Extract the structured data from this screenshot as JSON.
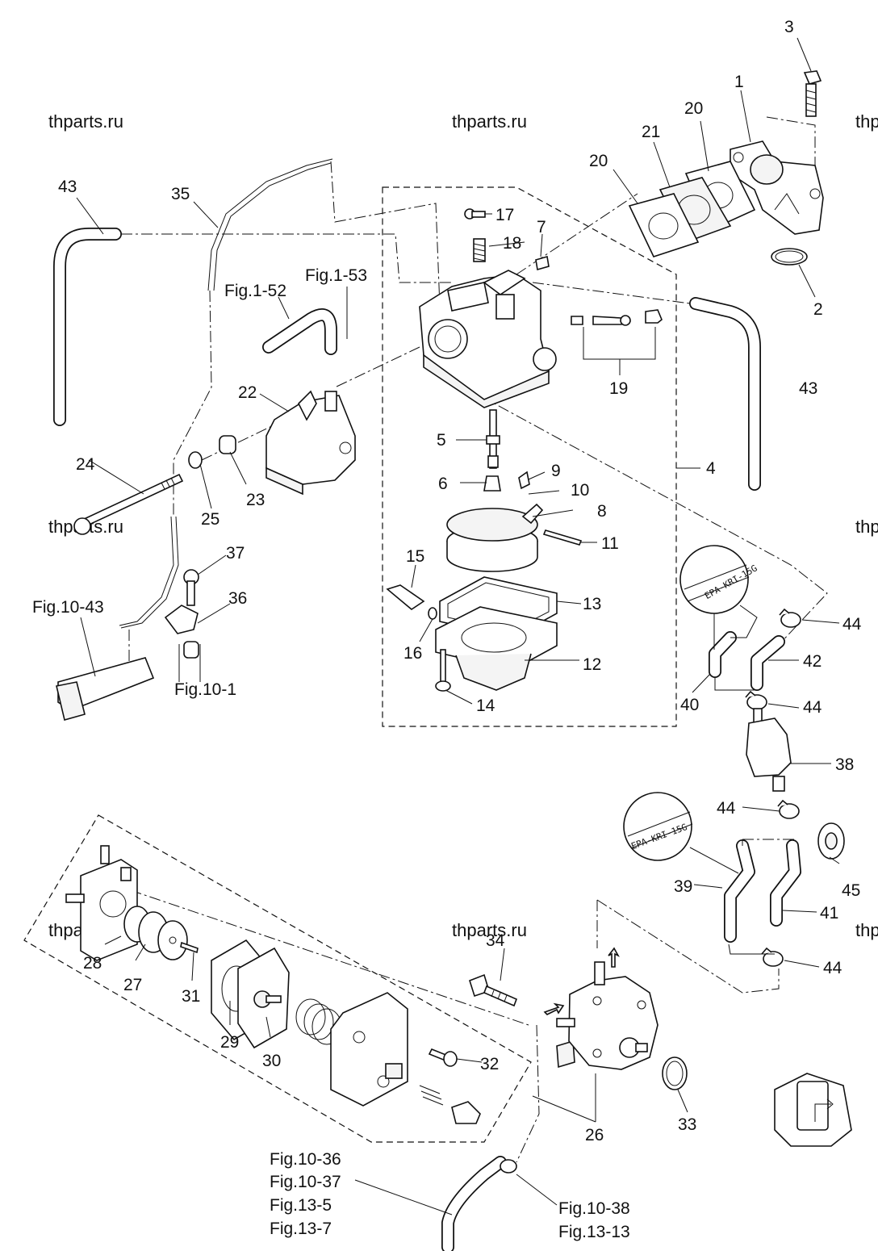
{
  "watermark": "thparts.ru",
  "stamps": [
    "EPA-KRI-15G",
    "EPA-KRI-15G"
  ],
  "callouts": {
    "n1": "1",
    "n2": "2",
    "n3": "3",
    "n4": "4",
    "n5": "5",
    "n6": "6",
    "n7": "7",
    "n8": "8",
    "n9": "9",
    "n10": "10",
    "n11": "11",
    "n12": "12",
    "n13": "13",
    "n14": "14",
    "n15": "15",
    "n16": "16",
    "n17": "17",
    "n18": "18",
    "n19": "19",
    "n20a": "20",
    "n20b": "20",
    "n21": "21",
    "n22": "22",
    "n23": "23",
    "n24": "24",
    "n25": "25",
    "n26": "26",
    "n27": "27",
    "n28": "28",
    "n29": "29",
    "n30": "30",
    "n31": "31",
    "n32": "32",
    "n33": "33",
    "n34": "34",
    "n35": "35",
    "n36": "36",
    "n37": "37",
    "n38": "38",
    "n39": "39",
    "n40": "40",
    "n41": "41",
    "n42": "42",
    "n43a": "43",
    "n43b": "43",
    "n44a": "44",
    "n44b": "44",
    "n44c": "44",
    "n44d": "44",
    "n45": "45"
  },
  "references": {
    "fig_1_52": "Fig.1-52",
    "fig_1_53": "Fig.1-53",
    "fig_10_43": "Fig.10-43",
    "fig_10_1": "Fig.10-1",
    "fig_10_36": "Fig.10-36",
    "fig_10_37": "Fig.10-37",
    "fig_13_5": "Fig.13-5",
    "fig_13_7": "Fig.13-7",
    "fig_10_38": "Fig.10-38",
    "fig_13_13": "Fig.13-13"
  }
}
